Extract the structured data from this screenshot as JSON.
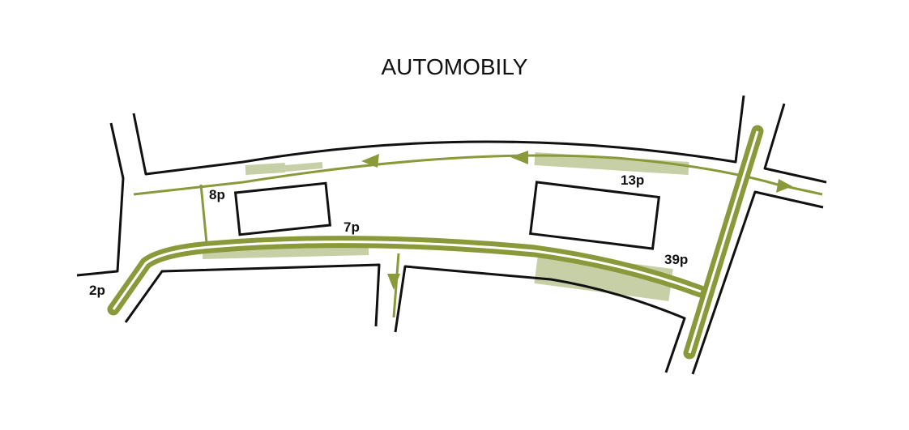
{
  "title": "AUTOMOBILY",
  "labels": {
    "top_left": "8p",
    "top_right": "13p",
    "middle": "7p",
    "right": "39p",
    "left": "2p"
  },
  "colors": {
    "traffic": "#8a9a3a",
    "parking": "#c7cfa6",
    "outline": "#111111",
    "background": "#ffffff"
  }
}
